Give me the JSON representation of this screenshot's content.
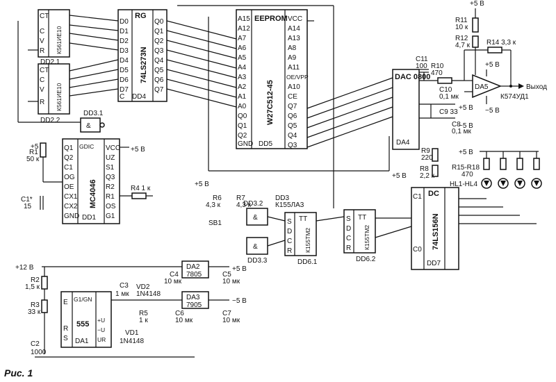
{
  "figure_label": "Рис. 1",
  "chips": [
    {
      "ref": "DD2.1",
      "part": "К561ИЕ10",
      "pins": [
        "CT",
        "C",
        "V",
        "R"
      ]
    },
    {
      "ref": "DD2.2",
      "part": "К561ИЕ10",
      "pins": [
        "CT",
        "C",
        "V",
        "R"
      ]
    },
    {
      "ref": "DD4",
      "part": "74LS273N",
      "pins": [
        "D0",
        "D1",
        "D2",
        "D3",
        "D4",
        "D5",
        "D6",
        "D7",
        "C",
        "RG",
        "Q0",
        "Q1",
        "Q2",
        "Q3",
        "Q4",
        "Q5",
        "Q6",
        "Q7"
      ]
    },
    {
      "ref": "DD5",
      "part": "W27C512-45",
      "pins": [
        "A15",
        "A12",
        "A7",
        "A6",
        "A5",
        "A4",
        "A3",
        "A2",
        "A1",
        "A0",
        "Q0",
        "Q1",
        "Q2",
        "GND",
        "EEPROM",
        "VCC",
        "A14",
        "A13",
        "A8",
        "A9",
        "A11",
        "OE/VPP",
        "A10",
        "CE",
        "Q7",
        "Q6",
        "Q5",
        "Q4",
        "Q3"
      ]
    },
    {
      "ref": "DA4",
      "part": "DAC 0800"
    },
    {
      "ref": "DA5",
      "part": "К574УД1"
    },
    {
      "ref": "DD1",
      "part": "MC4046",
      "pins": [
        "Q1",
        "Q2",
        "C1",
        "OG",
        "OE",
        "CX1",
        "CX2",
        "GND",
        "GDIC",
        "VCC",
        "UZ",
        "S1",
        "Q3",
        "R2",
        "R1",
        "OS",
        "G1"
      ]
    },
    {
      "ref": "DD3",
      "part": "К155ЛА3"
    },
    {
      "ref": "DD6.1",
      "part": "К155ТМ2"
    },
    {
      "ref": "DD6.2",
      "part": "К155ТМ2"
    },
    {
      "ref": "DD7",
      "part": "74LS156N"
    },
    {
      "ref": "DA1",
      "part": "555"
    },
    {
      "ref": "DA2",
      "part": "7805"
    },
    {
      "ref": "DA3",
      "part": "7905"
    }
  ],
  "components": {
    "R1": "R1",
    "R1v": "50 к",
    "R2": "R2",
    "R2v": "1,5 к",
    "R3": "R3",
    "R3v": "33 к",
    "R4": "R4 1 к",
    "R5": "R5",
    "R5v": "1 к",
    "R6": "R6",
    "R6v": "4,3 к",
    "R7": "R7",
    "R7v": "4,3 к",
    "R8": "R8",
    "R8v": "2,2 к",
    "R9": "R9",
    "R9v": "220",
    "R10": "R10",
    "R10v": "470",
    "R11": "R11",
    "R11v": "10 к",
    "R12": "R12",
    "R12v": "4,7 к",
    "R14": "R14 3,3 к",
    "R15": "R15-R18",
    "R15v": "470",
    "C1": "C1*",
    "C1v": "15",
    "C2": "C2",
    "C2v": "1000",
    "C3": "C3",
    "C3v": "1 мк",
    "C4": "C4",
    "C4v": "10 мк",
    "C5": "C5",
    "C5v": "10 мк",
    "C6": "C6",
    "C6v": "10 мк",
    "C7": "C7",
    "C7v": "10 мк",
    "C8": "C8",
    "C8v": "0,1 мк",
    "C9": "C9 33",
    "C10": "C10",
    "C10v": "0,1 мк",
    "C11": "C11",
    "C11v": "100",
    "VD1": "VD1",
    "VD1v": "1N4148",
    "VD2": "VD2",
    "VD2v": "1N4148",
    "HL": "HL1-HL4",
    "SB1": "SB1",
    "DD31": "DD3.1",
    "DD32": "DD3.2",
    "DD33": "DD3.3"
  },
  "rails": {
    "p5": "+5 В",
    "m5": "−5 В",
    "p12": "+12 В"
  },
  "output_label": "Выход",
  "labels": {
    "amp": "&",
    "ttD": "TT",
    "S": "S",
    "D": "D",
    "C": "C",
    "R": "R",
    "DC": "DC",
    "C0": "C0",
    "C1": "C1",
    "E": "E",
    "G1GN": "G1/GN",
    "plusU": "+U",
    "minusU": "−U",
    "UR": "UR"
  }
}
